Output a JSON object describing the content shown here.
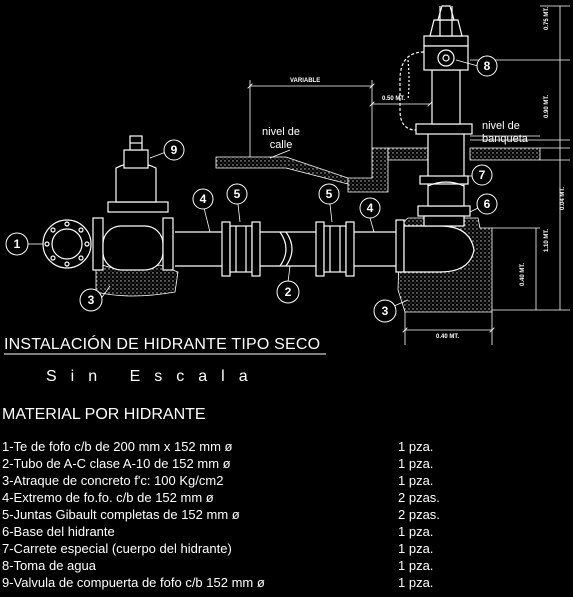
{
  "diagram": {
    "title": "INSTALACIÓN DE HIDRANTE TIPO SECO",
    "scale_note": "Sin Escala",
    "labels": {
      "variable": "VARIABLE",
      "dim_050_horiz": "0.50 MT.",
      "nivel_calle": "nivel de calle",
      "nivel_banqueta": "nivel de banqueta",
      "dim_075": "0.75 MT.",
      "dim_090": "0.90 MT.",
      "dim_004": "0.04 MT.",
      "dim_110": "1.10 MT.",
      "dim_040_vert": "0.40 MT.",
      "dim_040_horiz": "0.40 MT."
    },
    "callouts": [
      "1",
      "2",
      "3",
      "3",
      "4",
      "4",
      "5",
      "5",
      "6",
      "7",
      "8",
      "9"
    ]
  },
  "materials": {
    "heading": "MATERIAL POR HIDRANTE",
    "items": [
      {
        "desc": "1-Te de fofo c/b de 200 mm x 152 mm ø",
        "qty": "1 pza."
      },
      {
        "desc": "2-Tubo de A-C clase A-10 de 152 mm ø",
        "qty": "1 pza."
      },
      {
        "desc": "3-Atraque de concreto f'c: 100 Kg/cm2",
        "qty": "1 pza."
      },
      {
        "desc": "4-Extremo de fo.fo. c/b de 152 mm ø",
        "qty": "2 pzas."
      },
      {
        "desc": "5-Juntas Gibault completas de 152 mm ø",
        "qty": "2 pzas."
      },
      {
        "desc": "6-Base del hidrante",
        "qty": "1 pza."
      },
      {
        "desc": "7-Carrete especial (cuerpo del hidrante)",
        "qty": "1 pza."
      },
      {
        "desc": "8-Toma de agua",
        "qty": "1 pza."
      },
      {
        "desc": "9-Valvula de compuerta de fofo c/b 152 mm ø",
        "qty": "1 pza."
      }
    ]
  },
  "colors": {
    "background": "#000000",
    "line": "#ffffff",
    "hatch": "#bfbfbf"
  }
}
